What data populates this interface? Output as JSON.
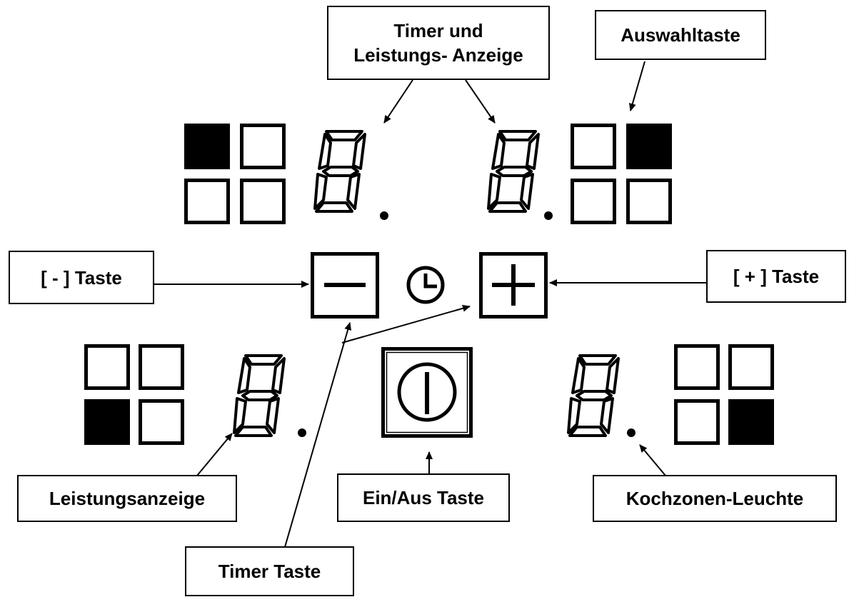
{
  "labels": {
    "timer_display_line1": "Timer und",
    "timer_display_line2": "Leistungs- Anzeige",
    "select_key": "Auswahltaste",
    "minus_key": "[ - ] Taste",
    "plus_key": "[ + ] Taste",
    "power_display": "Leistungsanzeige",
    "on_off_key": "Ein/Aus Taste",
    "zone_light": "Kochzonen-Leuchte",
    "timer_key": "Timer Taste"
  },
  "zones": [
    {
      "id": "top-left",
      "filled_square": "top-left"
    },
    {
      "id": "top-right",
      "filled_square": "top-right"
    },
    {
      "id": "bottom-left",
      "filled_square": "bottom-left"
    },
    {
      "id": "bottom-right",
      "filled_square": "bottom-right"
    }
  ],
  "seven_segment_digit": "8",
  "icons": [
    "minus-icon",
    "clock-icon",
    "plus-icon",
    "power-icon"
  ],
  "colors": {
    "foreground": "#000000",
    "background": "#ffffff"
  }
}
